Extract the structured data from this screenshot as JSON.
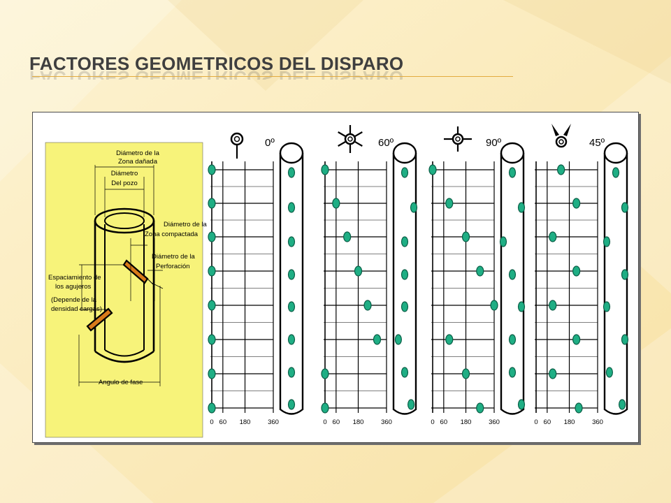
{
  "slide": {
    "title": "FACTORES GEOMETRICOS DEL DISPARO"
  },
  "wellbore": {
    "labels": {
      "damaged_zone": [
        "Diámetro de la",
        "Zona dañada"
      ],
      "hole": [
        "Diámetro",
        "Del pozo"
      ],
      "compacted_zone": [
        "Diámetro de la",
        "Zona compactada"
      ],
      "perforation": [
        "Diámetro de la",
        "Perforación"
      ],
      "spacing": [
        "Espaciamiento de",
        "los agujeros",
        "(Depende de la",
        "densidad cargas)"
      ],
      "phase_angle": "Angulo de fase"
    }
  },
  "phasings": [
    {
      "label": "0º",
      "axis_ticks": [
        "0",
        "60",
        "180",
        "360"
      ],
      "grid_dots": [
        0,
        0,
        0,
        0,
        0,
        0,
        0,
        0
      ],
      "tube_dots": [
        0.5,
        0.5,
        0.5,
        0.5,
        0.5,
        0.5,
        0.5,
        0.5
      ]
    },
    {
      "label": "60º",
      "axis_ticks": [
        "0",
        "60",
        "180",
        "360"
      ],
      "grid_dots": [
        0,
        60,
        120,
        180,
        240,
        300,
        0,
        0
      ],
      "tube_dots": [
        0.5,
        1.0,
        0.5,
        0.5,
        0.5,
        0.15,
        0.5,
        0.85
      ]
    },
    {
      "label": "90º",
      "axis_ticks": [
        "0",
        "60",
        "180",
        "360"
      ],
      "grid_dots": [
        0,
        90,
        180,
        270,
        360,
        90,
        180,
        270
      ],
      "tube_dots": [
        0.5,
        1.0,
        0.0,
        0.5,
        1.0,
        0.5,
        0.5,
        1.0
      ]
    },
    {
      "label": "45º",
      "axis_ticks": [
        "0",
        "60",
        "180",
        "360"
      ],
      "grid_dots": [
        135,
        225,
        90,
        225,
        90,
        225,
        90,
        240
      ],
      "tube_dots": [
        0.5,
        1.0,
        0.0,
        1.0,
        0.0,
        1.0,
        0.15,
        0.85
      ]
    }
  ],
  "colors": {
    "dot_fill": "#1fae84",
    "dot_stroke": "#0a5e46",
    "panel_fill": "#f7f37a",
    "charge_fill": "#d97a1a"
  }
}
